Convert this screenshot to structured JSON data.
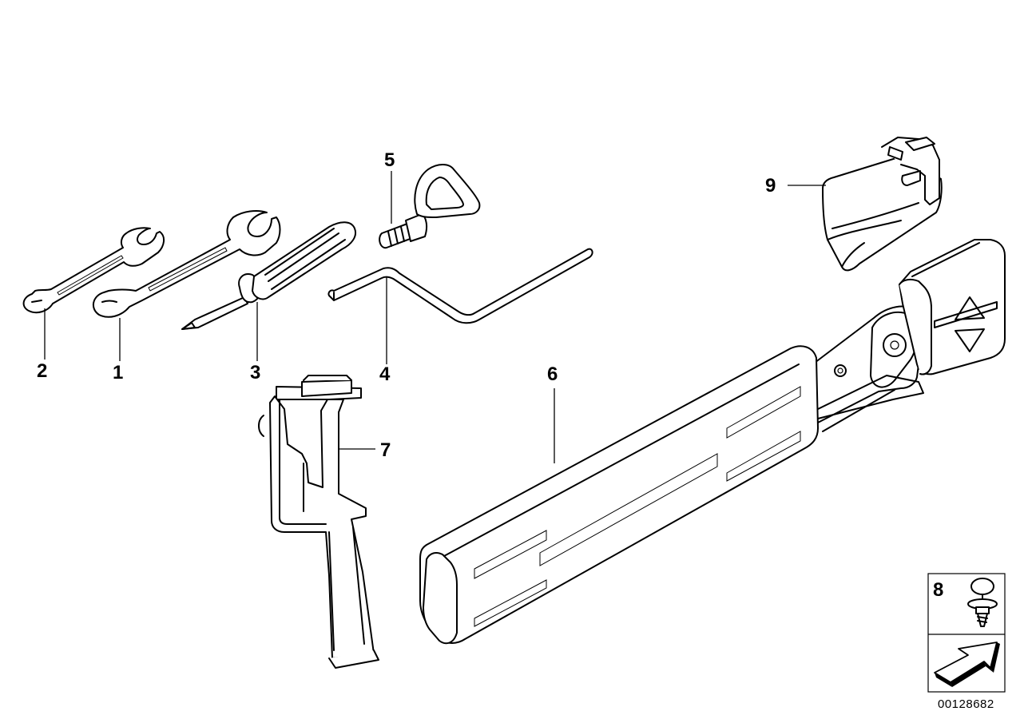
{
  "callouts": {
    "wrench_small": "2",
    "wrench_large": "1",
    "screwdriver": "3",
    "crank": "4",
    "towing_eye": "5",
    "tool_case": "6",
    "bracket": "7",
    "clip": "8",
    "cover": "9"
  },
  "document_number": "00128682"
}
